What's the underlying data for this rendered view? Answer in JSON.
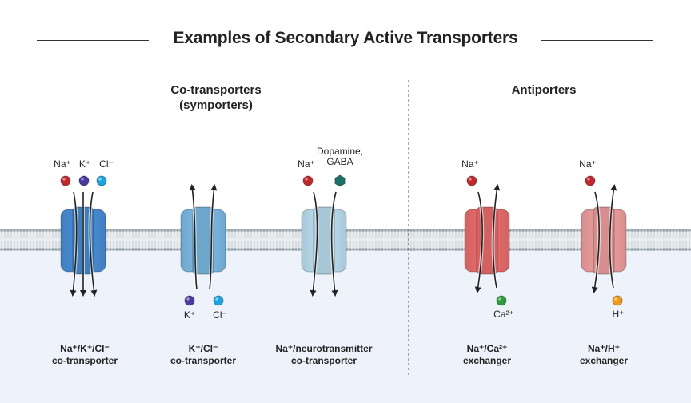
{
  "title": "Examples of Secondary Active Transporters",
  "sections": {
    "cotransporters": "Co-transporters (symporters)",
    "antiporters": "Antiporters"
  },
  "colors": {
    "membrane_head": "#9aa7ad",
    "cytoplasm": "#eef3fb",
    "transporter_1": "#4a90d9",
    "transporter_2": "#7fbde8",
    "transporter_3": "#bfe3f5",
    "transporter_4": "#ef6f6f",
    "transporter_5": "#f4a2a2",
    "na": "#c0282d",
    "k": "#4b3aa1",
    "cl": "#1aa4e0",
    "neurotransmitter": "#1e6e6a",
    "ca": "#2e9a3e",
    "h": "#f09a1a"
  },
  "icons": {
    "dopamine_gaba": "hexagon-icon"
  },
  "transporters": [
    {
      "caption_line1": "Na⁺/K⁺/Cl⁻",
      "caption_line2": "co-transporter",
      "ions_top": [
        {
          "label": "Na⁺"
        },
        {
          "label": "K⁺"
        },
        {
          "label": "Cl⁻"
        }
      ],
      "ions_bottom": []
    },
    {
      "caption_line1": "K⁺/Cl⁻",
      "caption_line2": "co-transporter",
      "ions_top": [],
      "ions_bottom": [
        {
          "label": "K⁺"
        },
        {
          "label": "Cl⁻"
        }
      ]
    },
    {
      "caption_line1": "Na⁺/neurotransmitter",
      "caption_line2": "co-transporter",
      "ions_top": [
        {
          "label": "Na⁺"
        },
        {
          "label": "Dopamine, GABA"
        }
      ],
      "ions_bottom": []
    },
    {
      "caption_line1": "Na⁺/Ca²⁺",
      "caption_line2": "exchanger",
      "ions_top": [
        {
          "label": "Na⁺"
        }
      ],
      "ions_bottom": [
        {
          "label": "Ca²⁺"
        }
      ]
    },
    {
      "caption_line1": "Na⁺/H⁺",
      "caption_line2": "exchanger",
      "ions_top": [
        {
          "label": "Na⁺"
        }
      ],
      "ions_bottom": [
        {
          "label": "H⁺"
        }
      ]
    }
  ]
}
